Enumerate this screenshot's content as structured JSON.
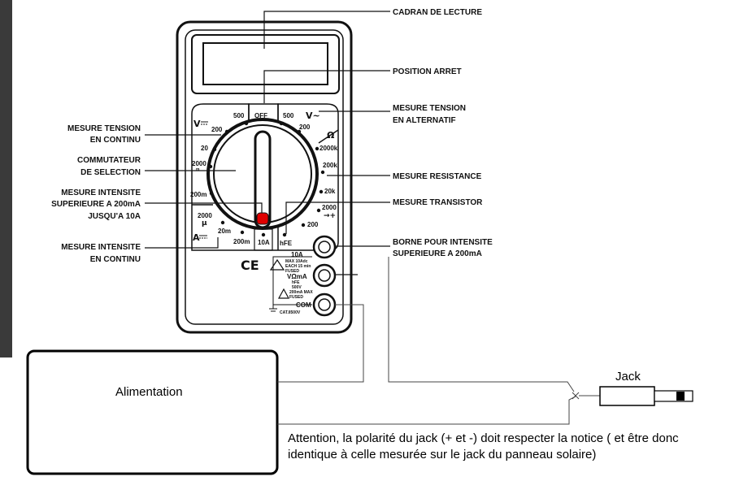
{
  "labels": {
    "cadran": "CADRAN DE LECTURE",
    "arret": "POSITION ARRET",
    "alt_1": "MESURE TENSION",
    "alt_2": "EN ALTERNATIF",
    "resistance": "MESURE RESISTANCE",
    "transistor": "MESURE TRANSISTOR",
    "borne_1": "BORNE POUR INTENSITE",
    "borne_2": "SUPERIEURE A 200mA",
    "dc_v_1": "MESURE TENSION",
    "dc_v_2": "EN CONTINU",
    "comm_1": "COMMUTATEUR",
    "comm_2": "DE SELECTION",
    "int_hi_1": "MESURE INTENSITE",
    "int_hi_2": "SUPERIEURE A 200mA",
    "int_hi_3": "JUSQU'A 10A",
    "int_dc_1": "MESURE INTENSITE",
    "int_dc_2": "EN CONTINU"
  },
  "dial": {
    "off": "OFF",
    "v_dc": "V",
    "v_ac": "V~",
    "ohm": "Ω",
    "amp_dc": "A",
    "micro": "μ",
    "hfe": "hFE",
    "tenA": "10A",
    "left": [
      "500",
      "200",
      "20",
      "2000",
      "m",
      "200m"
    ],
    "right": [
      "500",
      "200",
      "2000k",
      "200k",
      "20k",
      "2000",
      "200"
    ],
    "bottom": [
      "2000",
      "20m",
      "200m"
    ]
  },
  "jacks": {
    "tenA": "10A",
    "tenA_note_1": "MAX 10Adc",
    "tenA_note_2": "EACH 15 min",
    "tenA_note_3": "FUSED",
    "vma": "VΩmA",
    "hfe": "hFE",
    "vmax": "500V",
    "fuse_1": "200mA MAX",
    "fuse_2": "FUSED",
    "com": "COM",
    "cat": "CAT.II500V"
  },
  "ce": "CE",
  "jack_label": "Jack",
  "supply": "Alimentation",
  "warning_1": "Attention, la polarité du jack (+ et -) doit respecter la notice  ( et être donc",
  "warning_2": "identique à celle mesurée sur le jack du panneau solaire)"
}
